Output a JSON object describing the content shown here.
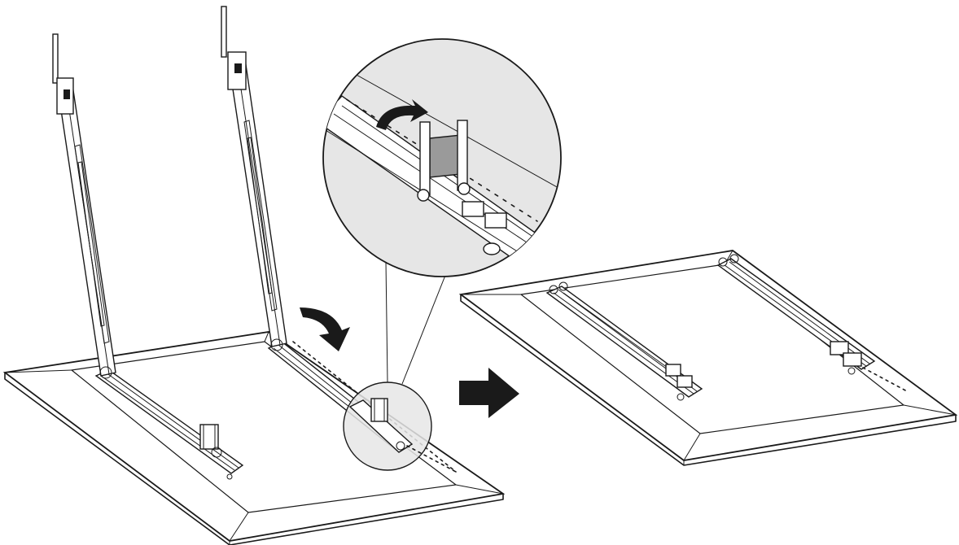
{
  "figure": {
    "steps": [
      "bracket-fold",
      "latch-detail",
      "folded-result"
    ],
    "colors": {
      "line": "#1a1a1a",
      "background": "#ffffff",
      "magnifier_fill": "#e6e6e6",
      "latch_fill": "#9a9a9a",
      "arrow_fill": "#1a1a1a"
    },
    "icons": [
      "curved-fold-arrow",
      "rotate-arrow",
      "right-arrow"
    ]
  }
}
